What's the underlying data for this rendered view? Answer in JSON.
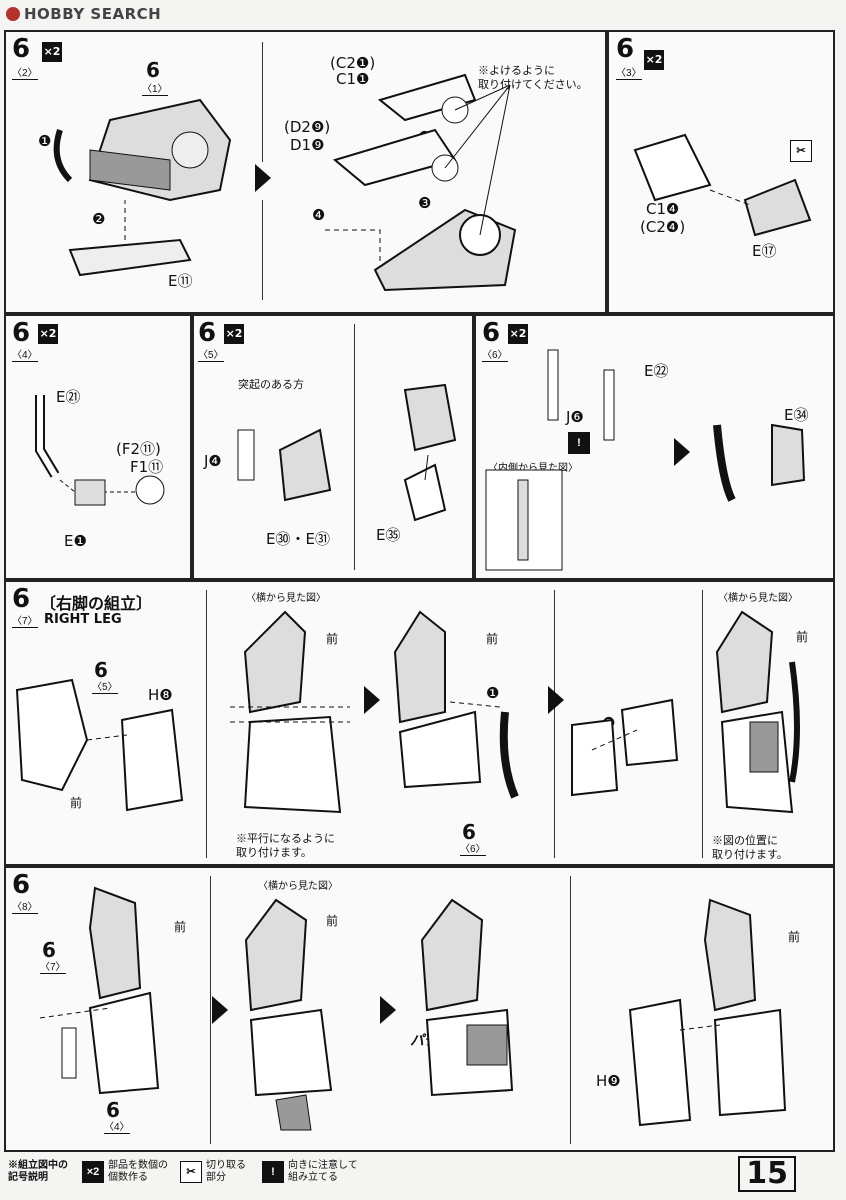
{
  "header": {
    "site_logo": "HOBBY SEARCH"
  },
  "row1": {
    "step_a": {
      "num": "6",
      "sub": "〈2〉",
      "mult": "×2",
      "sub_label_num": "6",
      "sub_label_sub": "〈1〉",
      "part_e11": "E⑪",
      "p_c2": "(C2❶)",
      "p_c1": "C1❶",
      "p_d2": "(D2❾)",
      "p_d1": "D1❾",
      "note": "※よけるように\n取り付けてください。",
      "n1": "❶",
      "n2": "❷",
      "n3": "❸",
      "n4": "❹",
      "n5": "❺"
    },
    "step_b": {
      "num": "6",
      "sub": "〈3〉",
      "mult": "×2",
      "p_c1": "C1❹",
      "p_c2": "(C2❹)",
      "part_e17": "E⑰"
    }
  },
  "row2": {
    "step_a": {
      "num": "6",
      "sub": "〈4〉",
      "mult": "×2",
      "part_e21": "E㉑",
      "part_f2": "(F2⑪)",
      "part_f1": "F1⑪",
      "part_e1": "E❶"
    },
    "step_b": {
      "num": "6",
      "sub": "〈5〉",
      "mult": "×2",
      "note": "突起のある方",
      "part_j4": "J❹",
      "part_e30": "E㉚・E㉛",
      "part_e35": "E㉟"
    },
    "step_c": {
      "num": "6",
      "sub": "〈6〉",
      "mult": "×2",
      "part_e22": "E㉒",
      "part_j6": "J❻",
      "inner_view": "〈内側から見た図〉",
      "part_e34": "E㉞"
    }
  },
  "row3": {
    "num": "6",
    "sub": "〈7〉",
    "title_jp": "〔右脚の組立〕",
    "title_en": "RIGHT LEG",
    "sub_ref5": "6",
    "sub_ref5_sub": "〈5〉",
    "part_h8": "H❽",
    "front": "前",
    "side_view": "〈横から見た図〉",
    "note_parallel": "※平行になるように\n取り付けます。",
    "sub_ref6": "6",
    "sub_ref6_sub": "〈6〉",
    "n1": "❶",
    "n2": "❷",
    "note_position": "※図の位置に\n取り付けます。"
  },
  "row4": {
    "num": "6",
    "sub": "〈8〉",
    "side_view": "〈横から見た図〉",
    "front": "前",
    "sub_ref7": "6",
    "sub_ref7_sub": "〈7〉",
    "sub_ref4": "6",
    "sub_ref4_sub": "〈4〉",
    "snap": "パチッ",
    "part_h9": "H❾"
  },
  "footer": {
    "legend_title": "※組立図中の\n記号説明",
    "legend_x2_icon": "×2",
    "legend_x2_text": "部品を数個の\n個数作る",
    "legend_cut_text": "切り取る\n部分",
    "legend_warn_icon": "!",
    "legend_warn_text": "向きに注意して\n組み立てる",
    "page_number": "15"
  }
}
